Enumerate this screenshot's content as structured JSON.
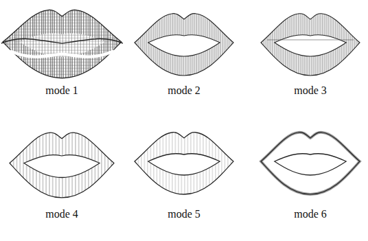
{
  "diagram": {
    "labels": [
      "mode 1",
      "mode 2",
      "mode 3",
      "mode 4",
      "mode 5",
      "mode 6"
    ]
  }
}
